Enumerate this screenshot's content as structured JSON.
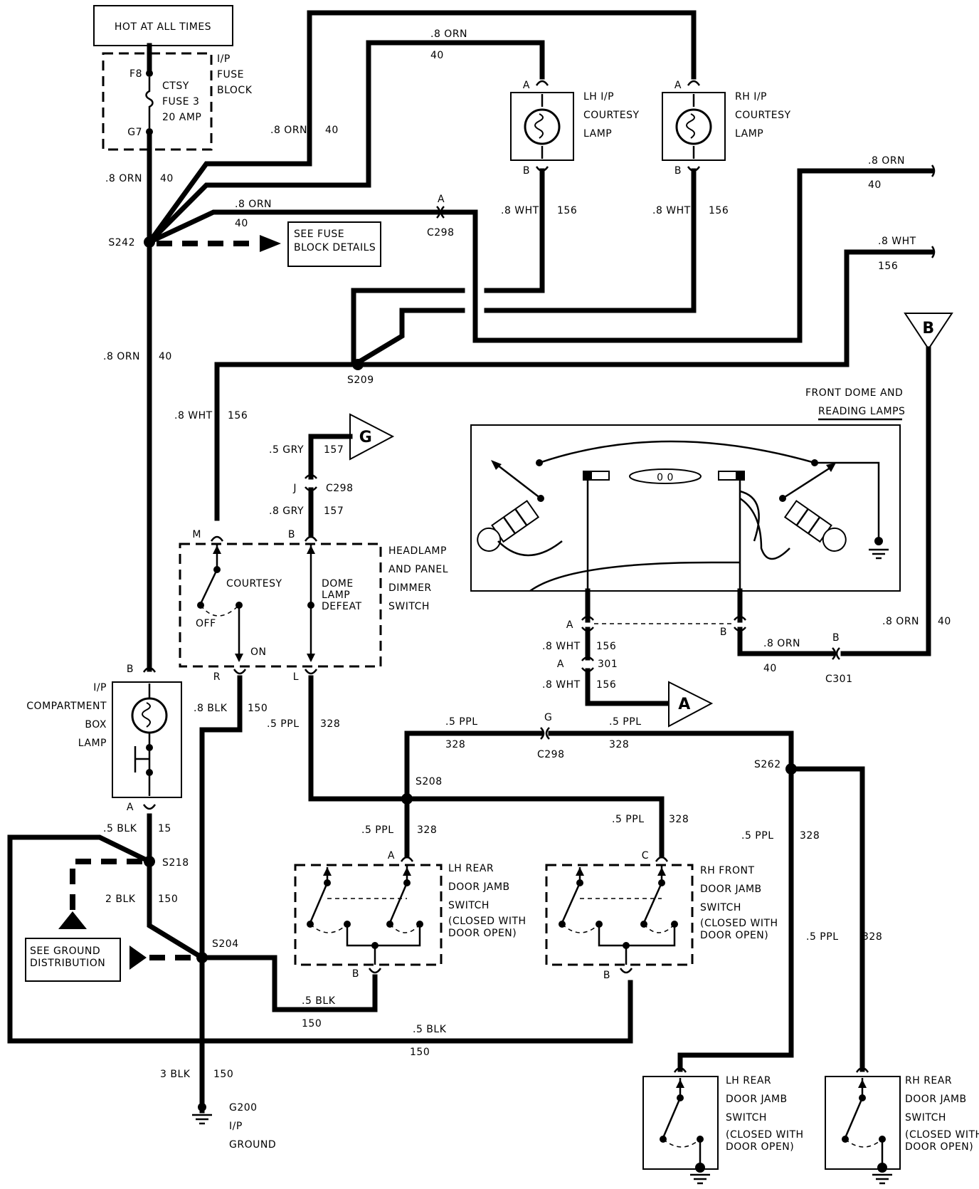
{
  "top": {
    "hot_label": "HOT AT ALL TIMES",
    "fuse_block": [
      "I/P",
      "FUSE",
      "BLOCK"
    ],
    "fuse": [
      "CTSY",
      "FUSE 3",
      "20 AMP"
    ],
    "f8": "F8",
    "g7": "G7"
  },
  "splices": {
    "s242": "S242",
    "s209": "S209",
    "s208": "S208",
    "s262": "S262",
    "s218": "S218",
    "s204": "S204"
  },
  "connectors": {
    "c298": "C298",
    "c301": "C301",
    "n301": "301"
  },
  "notes": {
    "fuse_details": [
      "SEE FUSE",
      "BLOCK DETAILS"
    ],
    "ground_dist": [
      "SEE GROUND",
      "DISTRIBUTION"
    ]
  },
  "components": {
    "lh_ip_lamp": [
      "LH I/P",
      "COURTESY",
      "LAMP"
    ],
    "rh_ip_lamp": [
      "RH I/P",
      "COURTESY",
      "LAMP"
    ],
    "dome": [
      "FRONT DOME AND",
      "READING LAMPS"
    ],
    "headlamp": [
      "HEADLAMP",
      "AND PANEL",
      "DIMMER",
      "SWITCH"
    ],
    "courtesy": "COURTESY",
    "off": "OFF",
    "on": "ON",
    "dome_defeat": [
      "DOME",
      "LAMP",
      "DEFEAT"
    ],
    "compartment": [
      "I/P",
      "COMPARTMENT",
      "BOX",
      "LAMP"
    ],
    "lh_rear_jamb": [
      "LH REAR",
      "DOOR JAMB",
      "SWITCH",
      "(CLOSED WITH",
      "DOOR OPEN)"
    ],
    "rh_front_jamb": [
      "RH FRONT",
      "DOOR JAMB",
      "SWITCH",
      "(CLOSED WITH",
      "DOOR OPEN)"
    ],
    "lh_rear_jamb2": [
      "LH REAR",
      "DOOR JAMB",
      "SWITCH",
      "(CLOSED WITH",
      "DOOR OPEN)"
    ],
    "rh_rear_jamb2": [
      "RH REAR",
      "DOOR JAMB",
      "SWITCH",
      "(CLOSED WITH",
      "DOOR OPEN)"
    ],
    "ground": [
      "G200",
      "I/P",
      "GROUND"
    ]
  },
  "offpage": {
    "a": "A",
    "b": "B",
    "g": "G"
  },
  "pins": {
    "a": "A",
    "b": "B",
    "c": "C",
    "g": "G",
    "j": "J",
    "l": "L",
    "m": "M",
    "r": "R"
  },
  "wires": {
    "orn_08": ".8 ORN",
    "wht_08": ".8 WHT",
    "gry_05": ".5 GRY",
    "gry_08": ".8 GRY",
    "blk_08": ".8 BLK",
    "blk_05": ".5 BLK",
    "blk_2": "2 BLK",
    "blk_3": "3 BLK",
    "ppl_05": ".5 PPL",
    "c40": "40",
    "c156": "156",
    "c157": "157",
    "c150": "150",
    "c15": "15",
    "c328": "328"
  }
}
